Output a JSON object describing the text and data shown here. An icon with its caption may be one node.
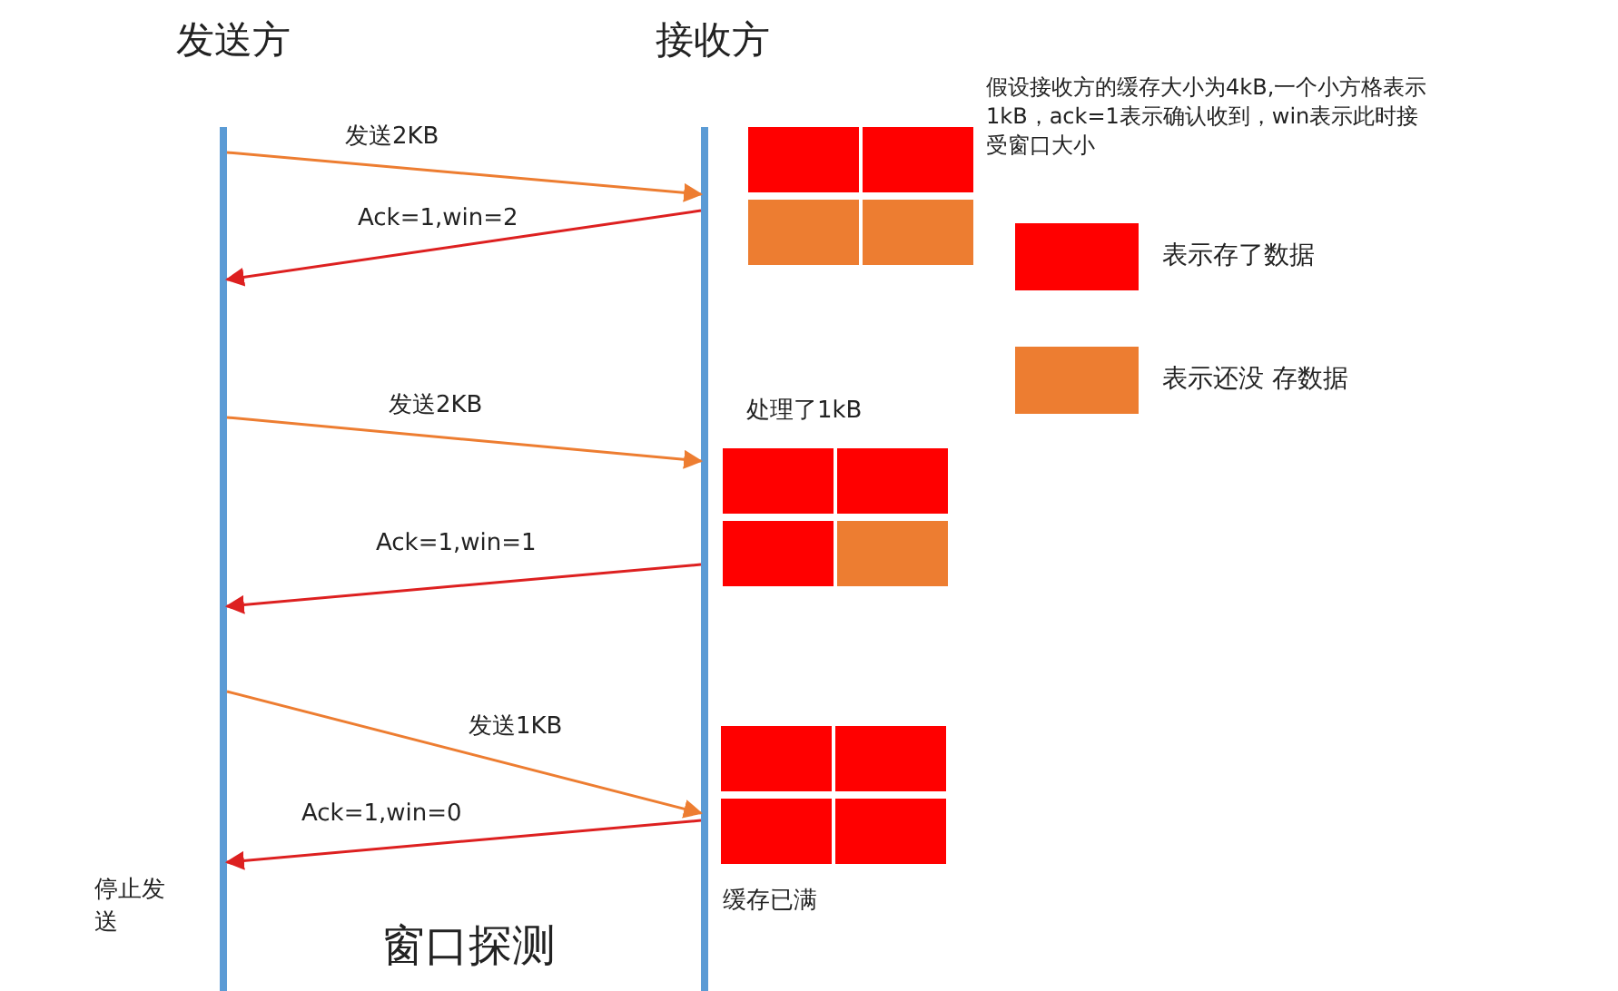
{
  "diagram": {
    "nodes": [
      {
        "text": [],
        "shape": "bar"
      },
      {
        "text": [],
        "shape": "bar"
      }
    ],
    "edges": [
      {
        "from": 0,
        "to": 1,
        "arrow": "to",
        "label": "发送2KB"
      },
      {
        "from": 1,
        "to": 0,
        "arrow": "to",
        "label": "Ack=1,win=2",
        "color": "#dd2020"
      },
      {
        "from": 0,
        "to": 1,
        "arrow": "to",
        "label": "发送2KB"
      },
      {
        "from": 1,
        "to": 0,
        "arrow": "to",
        "label": "Ack=1,win=1",
        "color": "#dd2020"
      },
      {
        "from": 0,
        "to": 1,
        "arrow": "to",
        "label": "发送1KB"
      },
      {
        "from": 1,
        "to": 0,
        "arrow": "to",
        "label": "Ack=1,win=0",
        "color": "#dd2020"
      }
    ],
    "labels": [
      "发送方",
      "接收方",
      "假设接收方的缓存大小为4kB,一个小方格表示1kB，ack=1表示确认收到，win表示此时接受窗口大小",
      "处理了1kB",
      "停止发送",
      "缓存已满",
      "窗口探测"
    ],
    "legend": [
      {
        "text": "表示存了数据",
        "color": "#ff0000"
      },
      {
        "text": "表示还没 存数据",
        "color": "#ed7d31"
      }
    ]
  }
}
